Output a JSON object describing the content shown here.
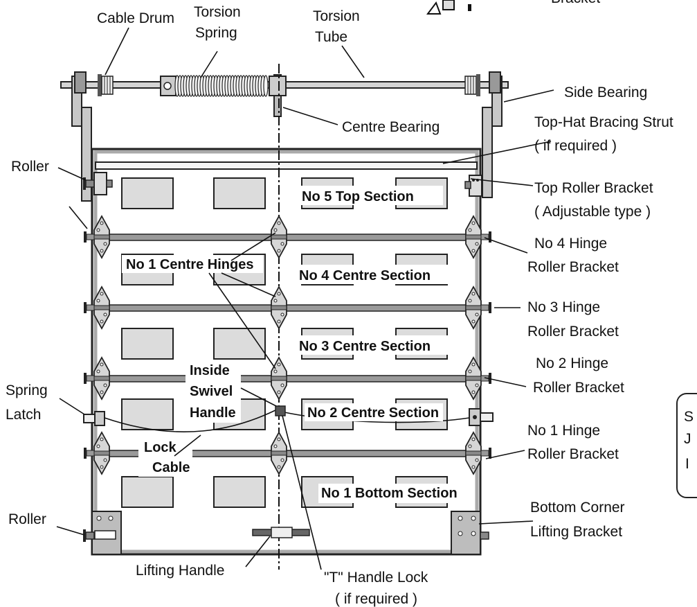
{
  "colors": {
    "ink": "#111111",
    "panel": "#ffffff",
    "window": "#dcdcdc",
    "rail": "#9a9a9a",
    "metal": "#c8c8c8"
  },
  "top_partial_label": "Bracket",
  "labels": {
    "cable_drum": "Cable Drum",
    "torsion_spring_1": "Torsion",
    "torsion_spring_2": "Spring",
    "torsion_tube_1": "Torsion",
    "torsion_tube_2": "Tube",
    "side_bearing": "Side Bearing",
    "centre_bearing": "Centre Bearing",
    "tophat_1": "Top-Hat Bracing Strut",
    "tophat_2": "( if required )",
    "roller_top": "Roller",
    "top_roller_bracket_1": "Top Roller Bracket",
    "top_roller_bracket_2": "( Adjustable type )",
    "no4_hinge_1": "No 4 Hinge",
    "no4_hinge_2": "Roller Bracket",
    "no3_hinge_1": "No 3 Hinge",
    "no3_hinge_2": "Roller Bracket",
    "no2_hinge_1": "No 2 Hinge",
    "no2_hinge_2": "Roller Bracket",
    "no1_hinge_1": "No 1 Hinge",
    "no1_hinge_2": "Roller Bracket",
    "spring_latch_1": "Spring",
    "spring_latch_2": "Latch",
    "roller_bottom": "Roller",
    "bottom_corner_1": "Bottom Corner",
    "bottom_corner_2": "Lifting Bracket",
    "lifting_handle": "Lifting Handle",
    "t_handle_1": "\"T\" Handle Lock",
    "t_handle_2": "( if required )"
  },
  "sections": {
    "no5": "No 5 Top Section",
    "no4": "No 4 Centre Section",
    "no3": "No 3 Centre Section",
    "no2": "No 2 Centre Section",
    "no1": "No 1 Bottom Section"
  },
  "inner_labels": {
    "centre_hinges": "No 1 Centre Hinges",
    "inside_1": "Inside",
    "inside_2": "Swivel",
    "inside_3": "Handle",
    "lock_1": "Lock",
    "lock_2": "Cable"
  },
  "side_note": {
    "line1": "S",
    "line2": "J",
    "line3": "I"
  }
}
